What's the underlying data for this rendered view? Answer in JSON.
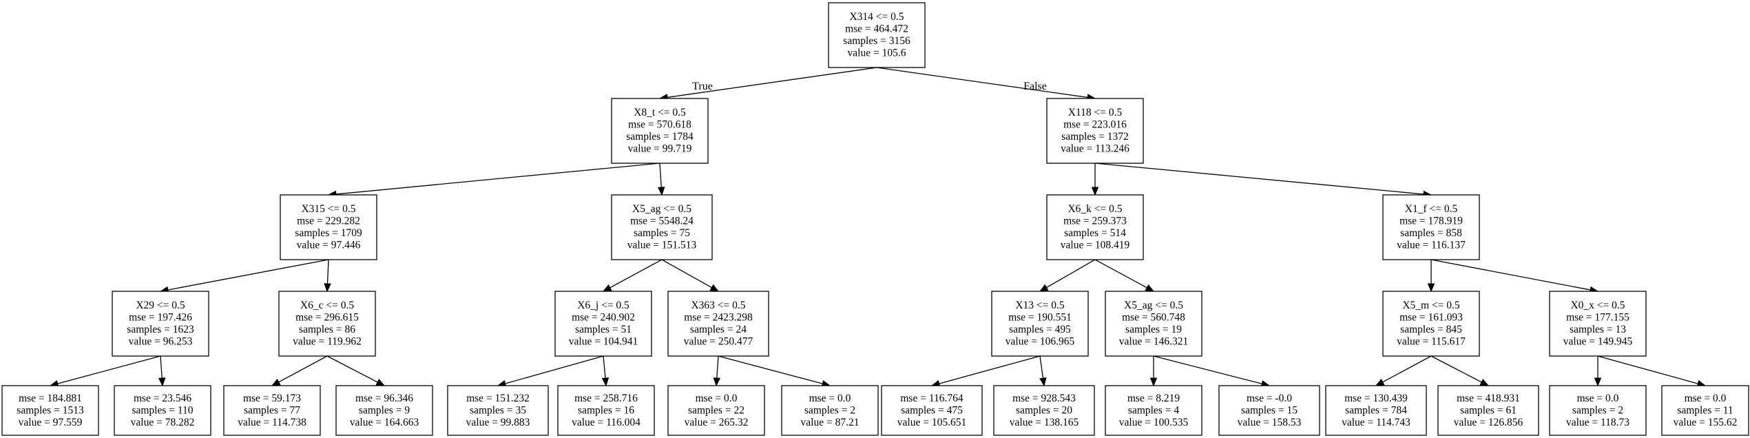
{
  "nodes": [
    {
      "id": "n0",
      "lines": [
        "X314 <= 0.5",
        "mse = 464.472",
        "samples = 3156",
        "value = 105.6"
      ]
    },
    {
      "id": "n1",
      "lines": [
        "X8_t <= 0.5",
        "mse = 570.618",
        "samples = 1784",
        "value = 99.719"
      ]
    },
    {
      "id": "n2",
      "lines": [
        "X118 <= 0.5",
        "mse = 223.016",
        "samples = 1372",
        "value = 113.246"
      ]
    },
    {
      "id": "n3",
      "lines": [
        "X315 <= 0.5",
        "mse = 229.282",
        "samples = 1709",
        "value = 97.446"
      ]
    },
    {
      "id": "n4",
      "lines": [
        "X5_ag <= 0.5",
        "mse = 5548.24",
        "samples = 75",
        "value = 151.513"
      ]
    },
    {
      "id": "n5",
      "lines": [
        "X6_k <= 0.5",
        "mse = 259.373",
        "samples = 514",
        "value = 108.419"
      ]
    },
    {
      "id": "n6",
      "lines": [
        "X1_f <= 0.5",
        "mse = 178.919",
        "samples = 858",
        "value = 116.137"
      ]
    },
    {
      "id": "n7",
      "lines": [
        "X29 <= 0.5",
        "mse = 197.426",
        "samples = 1623",
        "value = 96.253"
      ]
    },
    {
      "id": "n8",
      "lines": [
        "X6_c <= 0.5",
        "mse = 296.615",
        "samples = 86",
        "value = 119.962"
      ]
    },
    {
      "id": "n9",
      "lines": [
        "X6_j <= 0.5",
        "mse = 240.902",
        "samples = 51",
        "value = 104.941"
      ]
    },
    {
      "id": "n10",
      "lines": [
        "X363 <= 0.5",
        "mse = 2423.298",
        "samples = 24",
        "value = 250.477"
      ]
    },
    {
      "id": "n11",
      "lines": [
        "X13 <= 0.5",
        "mse = 190.551",
        "samples = 495",
        "value = 106.965"
      ]
    },
    {
      "id": "n12",
      "lines": [
        "X5_ag <= 0.5",
        "mse = 560.748",
        "samples = 19",
        "value = 146.321"
      ]
    },
    {
      "id": "n13",
      "lines": [
        "X5_m <= 0.5",
        "mse = 161.093",
        "samples = 845",
        "value = 115.617"
      ]
    },
    {
      "id": "n14",
      "lines": [
        "X0_x <= 0.5",
        "mse = 177.155",
        "samples = 13",
        "value = 149.945"
      ]
    },
    {
      "id": "n15",
      "lines": [
        "mse = 184.881",
        "samples = 1513",
        "value = 97.559"
      ]
    },
    {
      "id": "n16",
      "lines": [
        "mse = 23.546",
        "samples = 110",
        "value = 78.282"
      ]
    },
    {
      "id": "n17",
      "lines": [
        "mse = 59.173",
        "samples = 77",
        "value = 114.738"
      ]
    },
    {
      "id": "n18",
      "lines": [
        "mse = 96.346",
        "samples = 9",
        "value = 164.663"
      ]
    },
    {
      "id": "n19",
      "lines": [
        "mse = 151.232",
        "samples = 35",
        "value = 99.883"
      ]
    },
    {
      "id": "n20",
      "lines": [
        "mse = 258.716",
        "samples = 16",
        "value = 116.004"
      ]
    },
    {
      "id": "n21",
      "lines": [
        "mse = 0.0",
        "samples = 22",
        "value = 265.32"
      ]
    },
    {
      "id": "n22",
      "lines": [
        "mse = 0.0",
        "samples = 2",
        "value = 87.21"
      ]
    },
    {
      "id": "n23",
      "lines": [
        "mse = 116.764",
        "samples = 475",
        "value = 105.651"
      ]
    },
    {
      "id": "n24",
      "lines": [
        "mse = 928.543",
        "samples = 20",
        "value = 138.165"
      ]
    },
    {
      "id": "n25",
      "lines": [
        "mse = 8.219",
        "samples = 4",
        "value = 100.535"
      ]
    },
    {
      "id": "n26",
      "lines": [
        "mse = -0.0",
        "samples = 15",
        "value = 158.53"
      ]
    },
    {
      "id": "n27",
      "lines": [
        "mse = 130.439",
        "samples = 784",
        "value = 114.743"
      ]
    },
    {
      "id": "n28",
      "lines": [
        "mse = 418.931",
        "samples = 61",
        "value = 126.856"
      ]
    },
    {
      "id": "n29",
      "lines": [
        "mse = 0.0",
        "samples = 2",
        "value = 118.73"
      ]
    },
    {
      "id": "n30",
      "lines": [
        "mse = 0.0",
        "samples = 11",
        "value = 155.62"
      ]
    }
  ],
  "edges": [
    {
      "from": "n0",
      "to": "n1",
      "label": "True"
    },
    {
      "from": "n0",
      "to": "n2",
      "label": "False"
    },
    {
      "from": "n1",
      "to": "n3"
    },
    {
      "from": "n1",
      "to": "n4"
    },
    {
      "from": "n2",
      "to": "n5"
    },
    {
      "from": "n2",
      "to": "n6"
    },
    {
      "from": "n3",
      "to": "n7"
    },
    {
      "from": "n3",
      "to": "n8"
    },
    {
      "from": "n4",
      "to": "n9"
    },
    {
      "from": "n4",
      "to": "n10"
    },
    {
      "from": "n5",
      "to": "n11"
    },
    {
      "from": "n5",
      "to": "n12"
    },
    {
      "from": "n6",
      "to": "n13"
    },
    {
      "from": "n6",
      "to": "n14"
    },
    {
      "from": "n7",
      "to": "n15"
    },
    {
      "from": "n7",
      "to": "n16"
    },
    {
      "from": "n8",
      "to": "n17"
    },
    {
      "from": "n8",
      "to": "n18"
    },
    {
      "from": "n9",
      "to": "n19"
    },
    {
      "from": "n9",
      "to": "n20"
    },
    {
      "from": "n10",
      "to": "n21"
    },
    {
      "from": "n10",
      "to": "n22"
    },
    {
      "from": "n11",
      "to": "n23"
    },
    {
      "from": "n11",
      "to": "n24"
    },
    {
      "from": "n12",
      "to": "n25"
    },
    {
      "from": "n12",
      "to": "n26"
    },
    {
      "from": "n13",
      "to": "n27"
    },
    {
      "from": "n13",
      "to": "n28"
    },
    {
      "from": "n14",
      "to": "n29"
    },
    {
      "from": "n14",
      "to": "n30"
    }
  ]
}
